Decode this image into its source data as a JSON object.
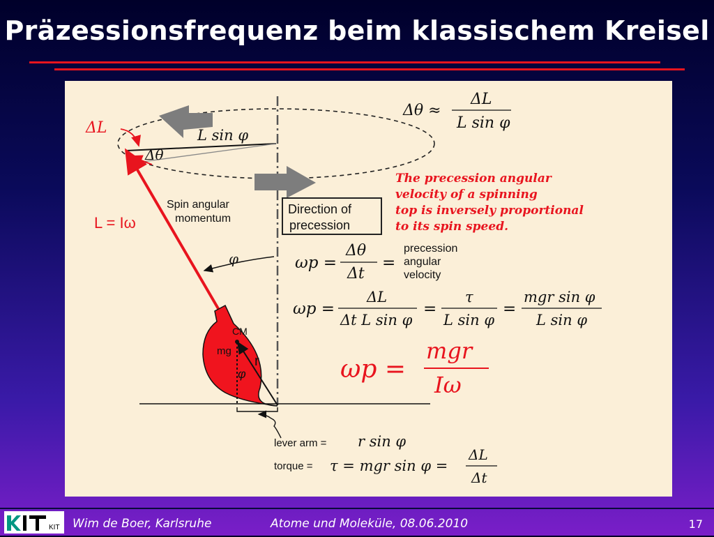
{
  "slide": {
    "title": "Präzessionsfrequenz beim klassischem Kreisel"
  },
  "diagram": {
    "delta_theta_approx": {
      "lhs": "Δθ ≈",
      "numerator": "ΔL",
      "denominator": "L sin φ"
    },
    "delta_L_label": "ΔL",
    "L_sin_phi_label": "L sin φ",
    "delta_theta_label": "Δθ",
    "L_equals_label": "L = Iω",
    "spin_label_line1": "Spin angular",
    "spin_label_line2": "momentum",
    "direction_line1": "Direction of",
    "direction_line2": "precession",
    "phi_label": "φ",
    "note_lines": [
      "The precession angular",
      "velocity of a spinning",
      "top is inversely proportional",
      "to its spin speed."
    ],
    "omega_p_1": {
      "lhs": "ωp =",
      "numerator": "Δθ",
      "denominator": "Δt",
      "eq": "=",
      "desc_lines": [
        "precession",
        "angular",
        "velocity"
      ]
    },
    "omega_p_2": {
      "lhs": "ωp =",
      "f1_num": "ΔL",
      "f1_den": "Δt L sin φ",
      "eq1": "=",
      "f2_num": "τ",
      "f2_den": "L sin φ",
      "eq2": "=",
      "f3_num": "mgr sin φ",
      "f3_den": "L sin φ"
    },
    "omega_p_final": {
      "lhs": "ωp =",
      "numerator": "mgr",
      "denominator": "Iω"
    },
    "cm_label": "CM",
    "mg_label": "mg",
    "r_label": "r",
    "phi_small": "φ",
    "lever_arm": {
      "text": "lever arm =",
      "value": "r sin φ"
    },
    "torque": {
      "text": "torque =",
      "value": "τ = mgr sin φ =",
      "numerator": "ΔL",
      "denominator": "Δt"
    }
  },
  "footer": {
    "author": "Wim de Boer, Karlsruhe",
    "course": "Atome und Moleküle,  08.06.2010",
    "page": "17",
    "logo_text": "KIT"
  },
  "colors": {
    "accent_red": "#e8141e",
    "panel_bg": "#fbefd8",
    "note_red": "#e8151f",
    "top_red": "#f0141e"
  }
}
